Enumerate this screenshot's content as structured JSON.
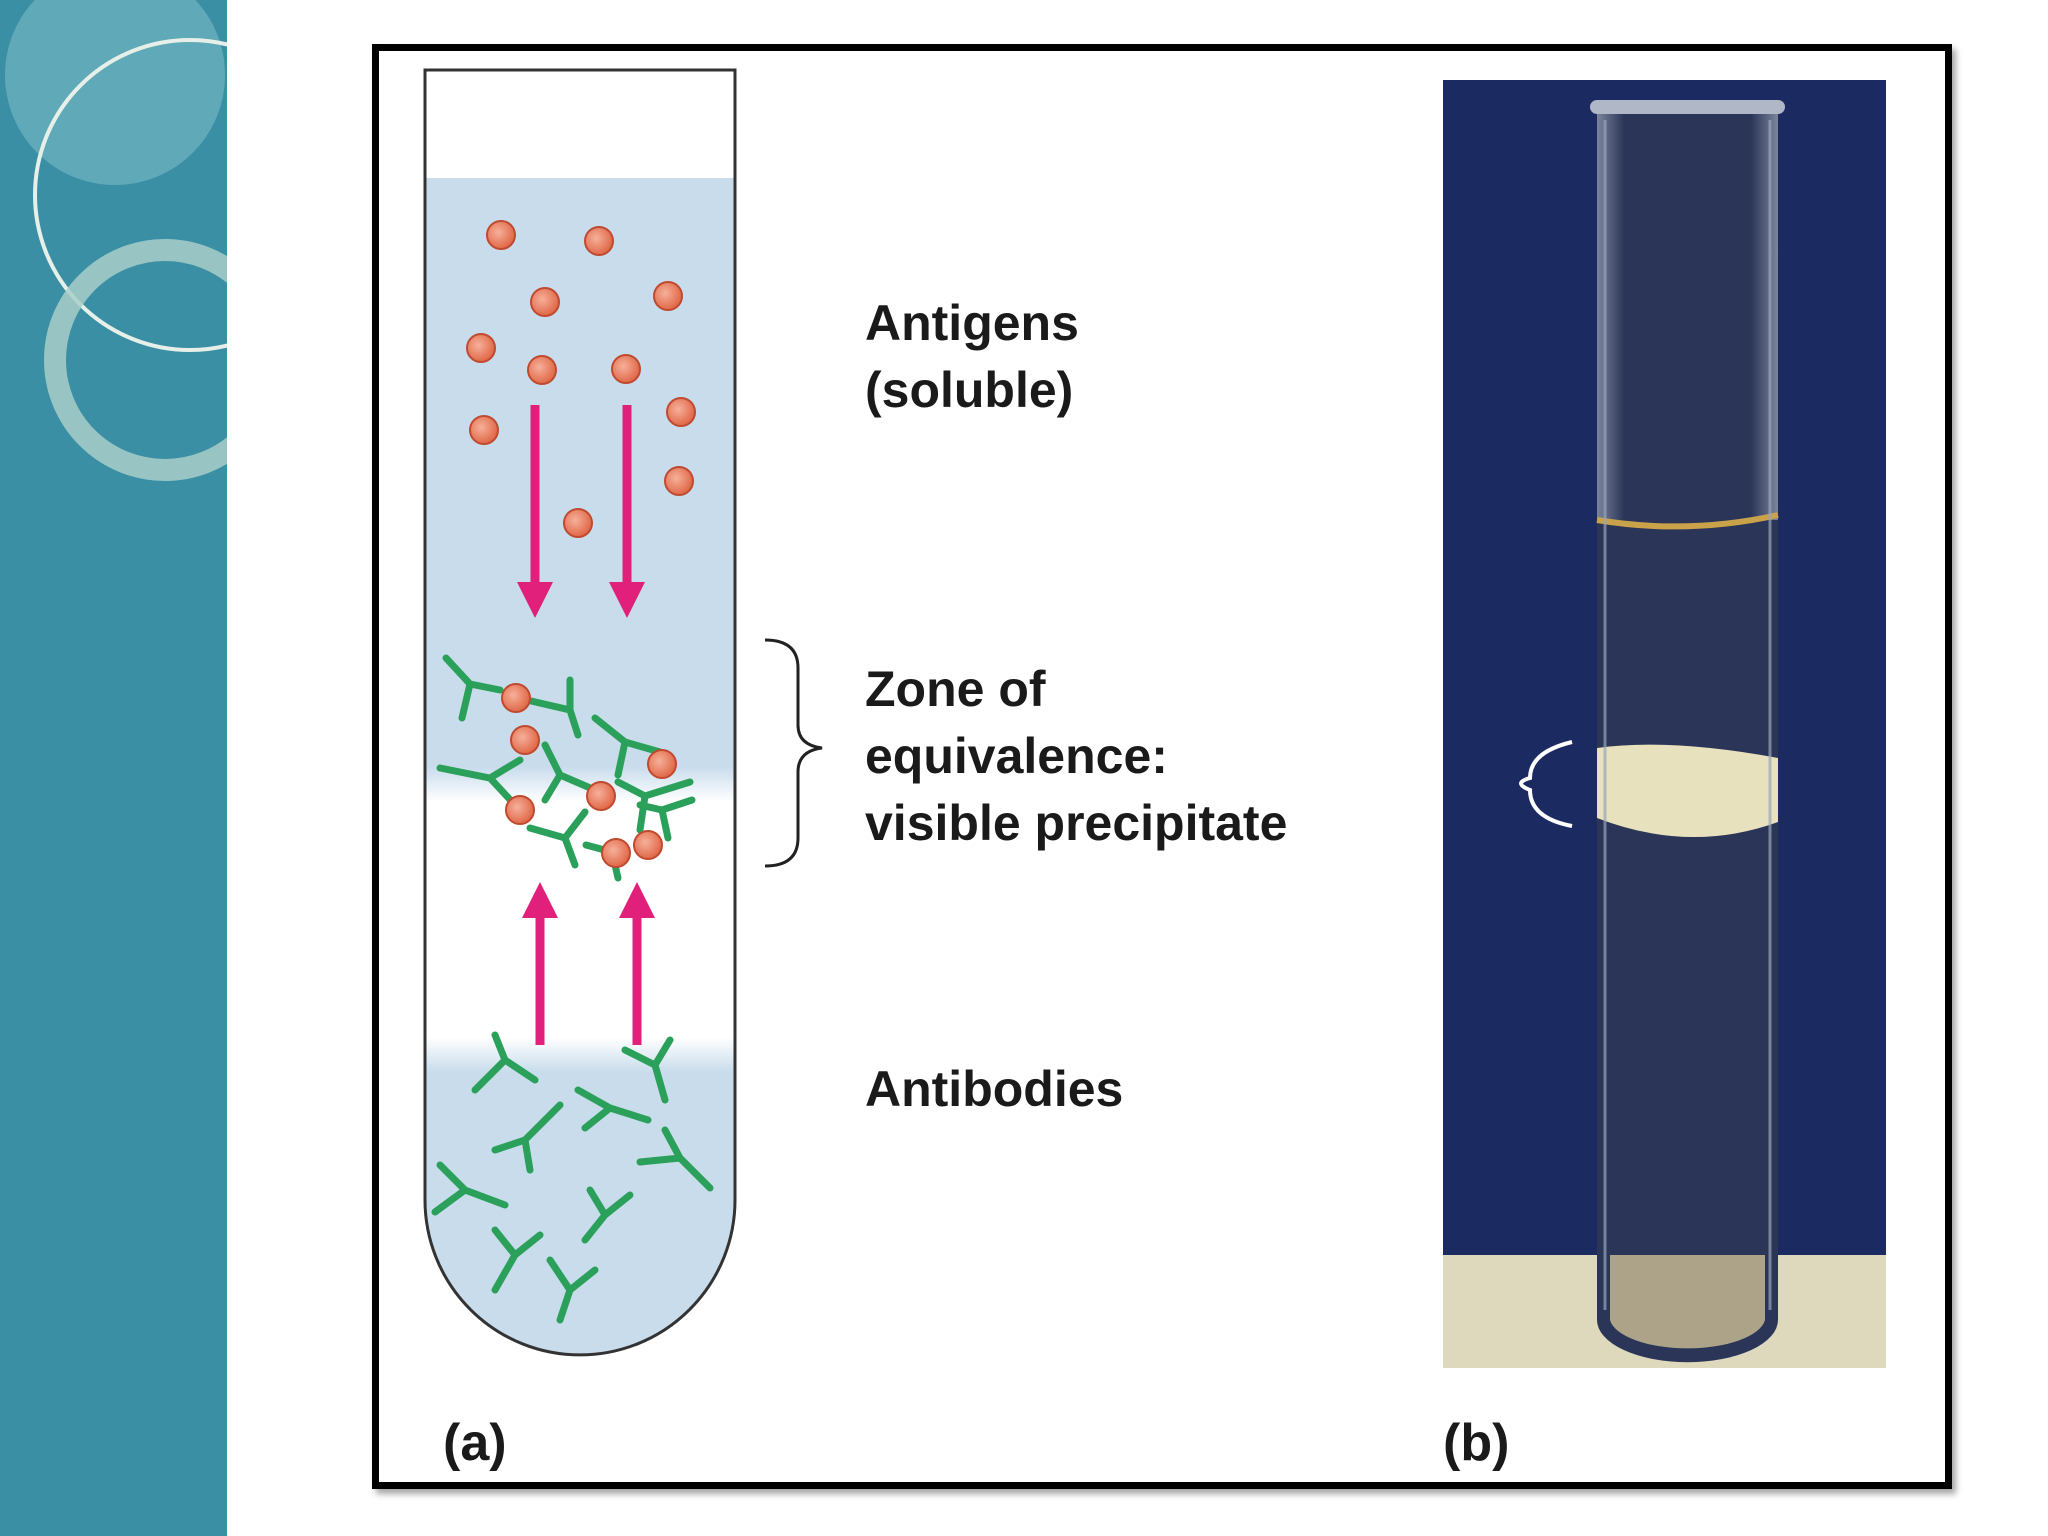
{
  "panel_a": {
    "letter": "(a)",
    "labels": {
      "antigens_line1": "Antigens",
      "antigens_line2": "(soluble)",
      "zone_line1": "Zone of",
      "zone_line2": "equivalence:",
      "zone_line3": "visible precipitate",
      "antibodies": "Antibodies"
    }
  },
  "panel_b": {
    "letter": "(b)"
  },
  "colors": {
    "sidebar": "#3a8fa5",
    "liquid": "#c8dcec",
    "antigen": "#ee8060",
    "antibody": "#2aa05a",
    "arrow": "#e0207a",
    "photo_bg": "#1c2a62"
  }
}
